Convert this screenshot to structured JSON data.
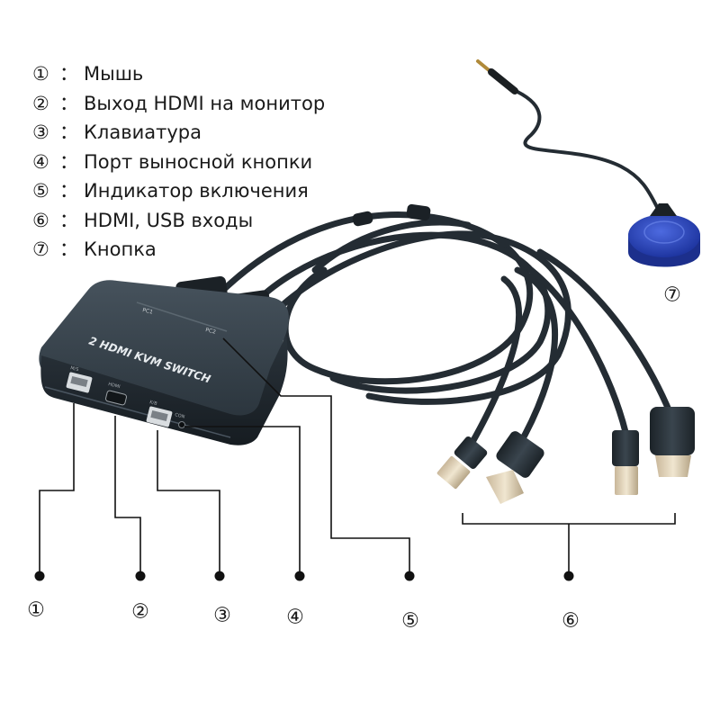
{
  "legend": {
    "separator": "：",
    "items": [
      {
        "num": "①",
        "text": "Мышь"
      },
      {
        "num": "②",
        "text": "Выход HDMI на монитор"
      },
      {
        "num": "③",
        "text": "Клавиатура"
      },
      {
        "num": "④",
        "text": "Порт выносной кнопки"
      },
      {
        "num": "⑤",
        "text": "Индикатор включения"
      },
      {
        "num": "⑥",
        "text": "HDMI, USB входы"
      },
      {
        "num": "⑦",
        "text": "Кнопка"
      }
    ]
  },
  "device": {
    "brand_text": "2 HDMI KVM SWITCH",
    "pc1_label": "PC1",
    "pc2_label": "PC2",
    "port_labels": {
      "mouse": "M/S",
      "hdmi": "HDMI",
      "keyboard": "K/B",
      "button": "CON"
    }
  },
  "callouts": {
    "c1": "①",
    "c2": "②",
    "c3": "③",
    "c4": "④",
    "c5": "⑤",
    "c6": "⑥",
    "c7": "⑦"
  },
  "colors": {
    "device_body": "#2e3a44",
    "cable": "#242c33",
    "button_blue": "#2c46b8",
    "leader_line": "#111111"
  }
}
